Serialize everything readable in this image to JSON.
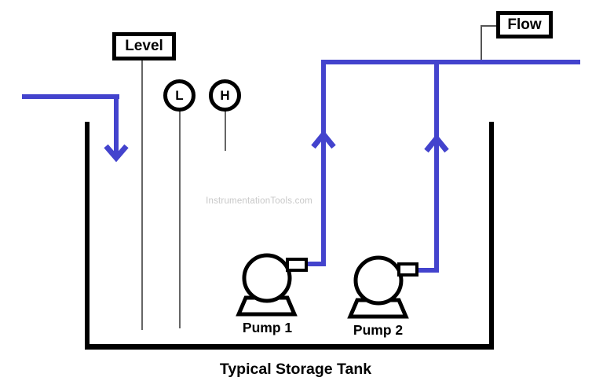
{
  "diagram": {
    "caption": "Typical Storage Tank",
    "watermark": "InstrumentationTools.com",
    "level_label": "Level",
    "flow_label": "Flow",
    "low_indicator": "L",
    "high_indicator": "H",
    "pump1_label": "Pump 1",
    "pump2_label": "Pump 2",
    "colors": {
      "pipe_blue": "#4343cd",
      "outline_black": "#000000",
      "stem_gray": "#666666",
      "watermark_gray": "#c8c8c8"
    }
  }
}
